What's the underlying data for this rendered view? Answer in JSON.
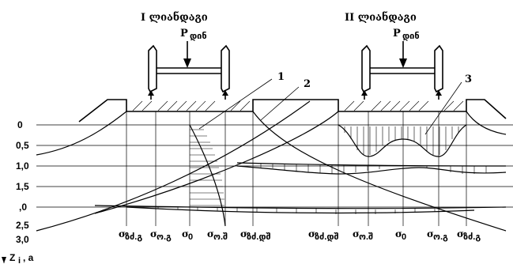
{
  "left_scheme": {
    "title": "I ლიანდაგი",
    "load_label": "P",
    "load_sub": "დინ"
  },
  "right_scheme": {
    "title": "II ლიანდაგი",
    "load_label": "P",
    "load_sub": "დინ"
  },
  "callouts": [
    "1",
    "2",
    "3"
  ],
  "depth_axis": {
    "label": "Z",
    "label_sub": "i",
    "label_suffix": ", a",
    "ticks": [
      "0",
      "0,5",
      "1,0",
      "1,5",
      ",0",
      "2,5",
      "3,0"
    ]
  },
  "sigma_labels": [
    {
      "base": "σ",
      "sub": "ზძ.გ"
    },
    {
      "base": "σ",
      "sub": "ო.გ"
    },
    {
      "base": "σ",
      "sub": "0"
    },
    {
      "base": "σ",
      "sub": "ო.შ"
    },
    {
      "base": "σ",
      "sub": "ზძ.დშ"
    },
    {
      "base": "σ",
      "sub": "ზძ.დშ"
    },
    {
      "base": "σ",
      "sub": "ო.შ"
    },
    {
      "base": "σ",
      "sub": "0"
    },
    {
      "base": "σ",
      "sub": "ო.გ"
    },
    {
      "base": "σ",
      "sub": "ზძ.გ"
    }
  ]
}
